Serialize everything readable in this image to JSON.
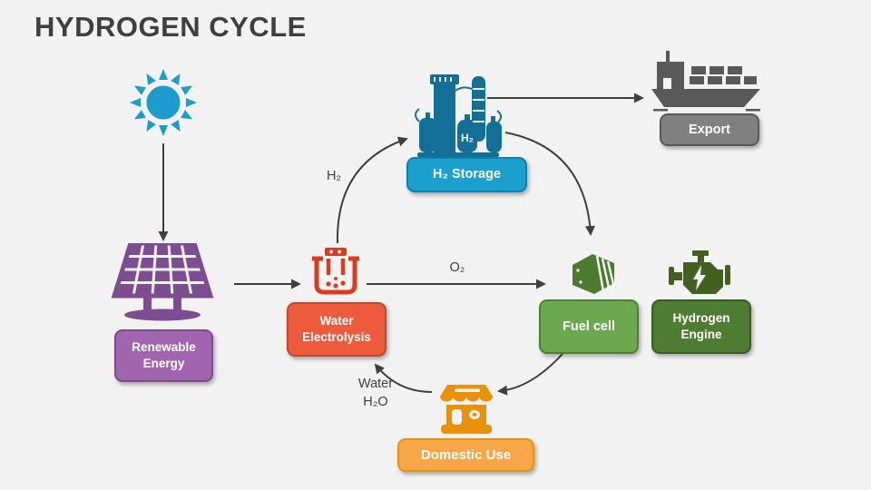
{
  "title": "HYDROGEN CYCLE",
  "background": "#F2F2F2",
  "arrow_color": "#3F3F3F",
  "flow_labels": {
    "h2": "H₂",
    "o2": "O₂",
    "water_line1": "Water",
    "water_line2": "H₂O"
  },
  "nodes": {
    "sun": {
      "icon": "sun-icon",
      "color": "#1E9BCD"
    },
    "renewable_energy": {
      "label": "Renewable Energy",
      "fill": "#A165AF",
      "border": "#7A4C8C",
      "icon": "solar-panel-icon",
      "icon_color": "#7D4D92"
    },
    "water_electrolysis": {
      "label": "Water Electrolysis",
      "fill": "#EE5B3C",
      "border": "#C74424",
      "icon": "electrolysis-icon",
      "icon_color": "#DC3A1E"
    },
    "h2_storage": {
      "label": "H₂ Storage",
      "icon_text": "H₂",
      "fill": "#1B9FCC",
      "border": "#0E7FA6",
      "icon": "storage-plant-icon",
      "icon_color": "#136F96"
    },
    "export": {
      "label": "Export",
      "fill": "#808080",
      "border": "#595959",
      "icon": "cargo-ship-icon",
      "icon_color": "#595959"
    },
    "fuel_cell": {
      "label": "Fuel cell",
      "fill": "#6BA84F",
      "border": "#4E7E33",
      "icon": "fuel-cell-icon",
      "icon_color": "#4C7B2F"
    },
    "hydrogen_engine": {
      "label": "Hydrogen Engine",
      "fill": "#4E7C33",
      "border": "#3A5D26",
      "icon": "engine-icon",
      "icon_color": "#42601F"
    },
    "domestic_use": {
      "label": "Domestic Use",
      "fill": "#F7A648",
      "border": "#E8920C",
      "icon": "storefront-icon",
      "icon_color": "#E8920C"
    }
  }
}
